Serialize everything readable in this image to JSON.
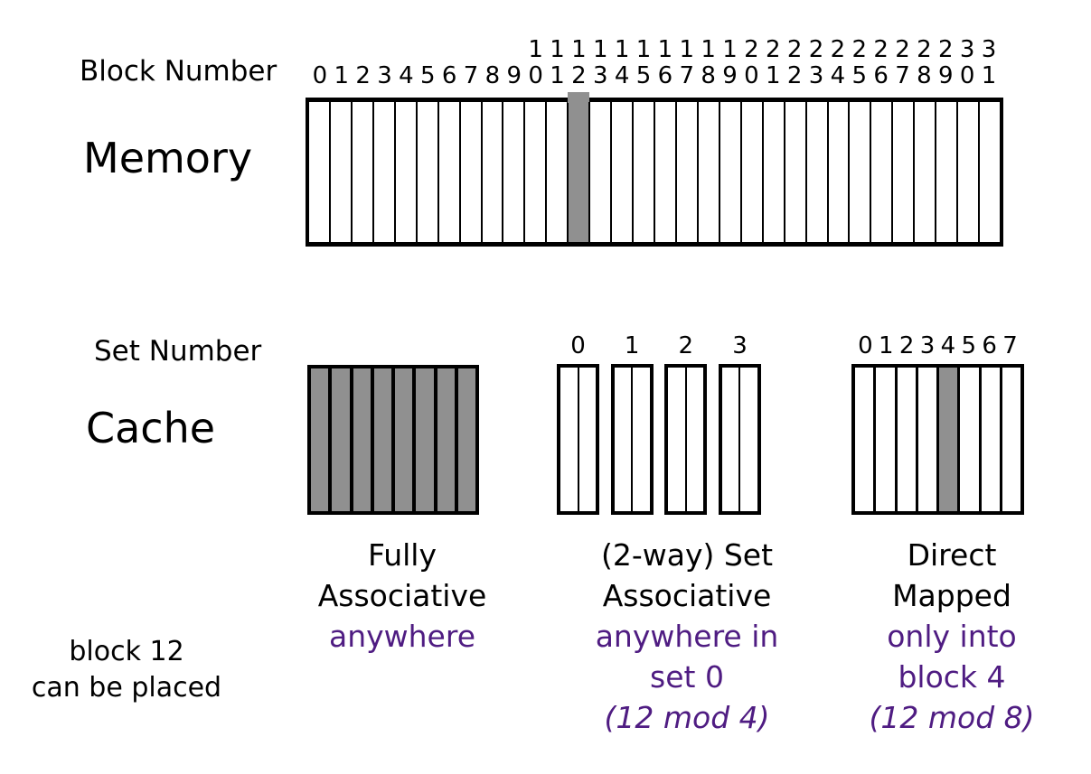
{
  "colors": {
    "highlight": "#909090",
    "note_purple": "#4f1c82",
    "ink": "#000000"
  },
  "memory": {
    "section_label": "Memory",
    "block_number_label": "Block Number",
    "num_blocks": 32,
    "highlighted_block": 12,
    "tens_digits": [
      "",
      "",
      "",
      "",
      "",
      "",
      "",
      "",
      "",
      "",
      "1",
      "1",
      "1",
      "1",
      "1",
      "1",
      "1",
      "1",
      "1",
      "1",
      "2",
      "2",
      "2",
      "2",
      "2",
      "2",
      "2",
      "2",
      "2",
      "2",
      "3",
      "3"
    ],
    "ones_digits": [
      "0",
      "1",
      "2",
      "3",
      "4",
      "5",
      "6",
      "7",
      "8",
      "9",
      "0",
      "1",
      "2",
      "3",
      "4",
      "5",
      "6",
      "7",
      "8",
      "9",
      "0",
      "1",
      "2",
      "3",
      "4",
      "5",
      "6",
      "7",
      "8",
      "9",
      "0",
      "1"
    ]
  },
  "cache": {
    "section_label": "Cache",
    "set_number_label": "Set Number",
    "fully_associative": {
      "num_blocks": 8,
      "all_highlighted": true
    },
    "set_associative": {
      "num_sets": 4,
      "ways": 2,
      "set_labels": [
        "0",
        "1",
        "2",
        "3"
      ],
      "highlighted_set": 0
    },
    "direct_mapped": {
      "num_blocks": 8,
      "block_labels": [
        "0",
        "1",
        "2",
        "3",
        "4",
        "5",
        "6",
        "7"
      ],
      "highlighted_block": 4
    }
  },
  "captions": {
    "fully_associative": {
      "title_line1": "Fully",
      "title_line2": "Associative",
      "note_line1": "anywhere"
    },
    "set_associative": {
      "title_line1": "(2-way) Set",
      "title_line2": "Associative",
      "note_line1": "anywhere in",
      "note_line2": "set 0",
      "formula": "(12 mod 4)"
    },
    "direct_mapped": {
      "title_line1": "Direct",
      "title_line2": "Mapped",
      "note_line1": "only into",
      "note_line2": "block 4",
      "formula": "(12 mod 8)"
    }
  },
  "footer": {
    "line1": "block 12",
    "line2": "can be placed"
  }
}
